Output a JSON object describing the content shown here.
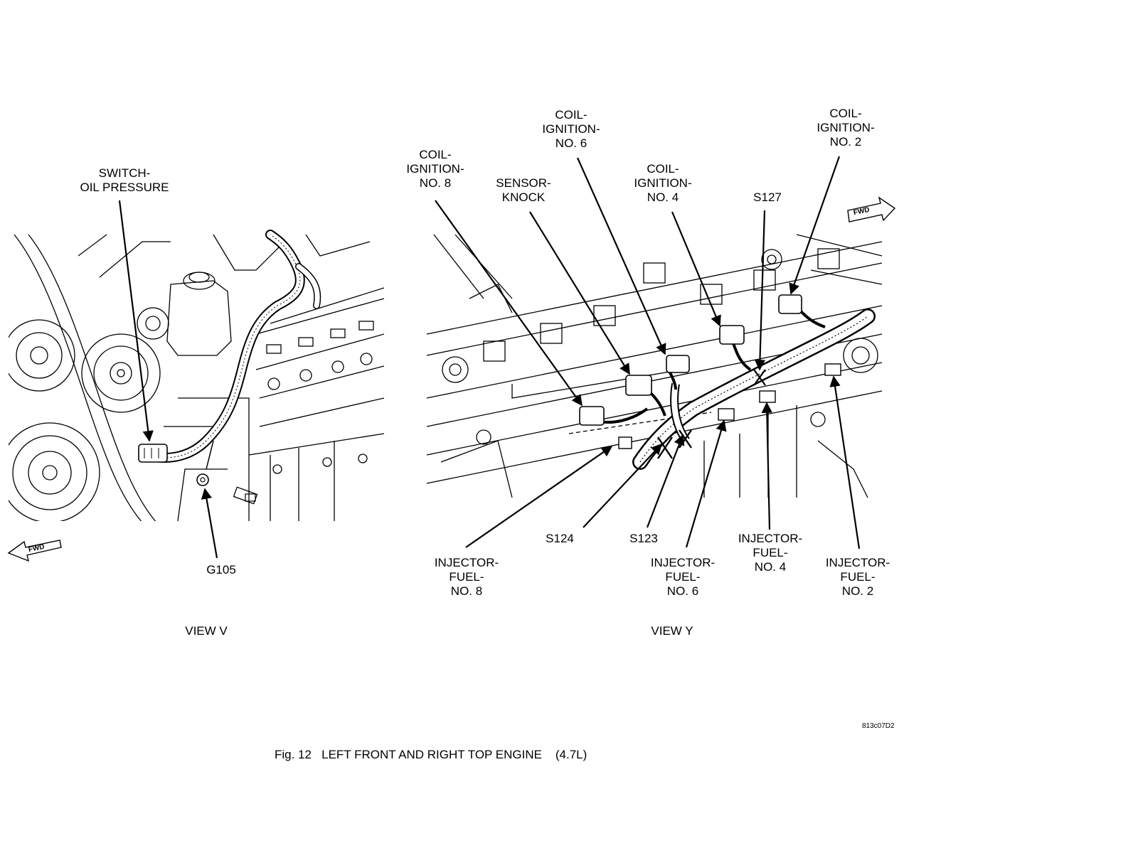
{
  "left_view": {
    "labels": {
      "switch_oil_pressure": "SWITCH-\nOIL PRESSURE",
      "g105": "G105",
      "view": "VIEW V",
      "fwd": "FWD"
    }
  },
  "right_view": {
    "labels": {
      "coil_8": "COIL-\nIGNITION-\nNO. 8",
      "sensor_knock": "SENSOR-\nKNOCK",
      "coil_6": "COIL-\nIGNITION-\nNO. 6",
      "coil_4": "COIL-\nIGNITION-\nNO. 4",
      "s127": "S127",
      "coil_2": "COIL-\nIGNITION-\nNO. 2",
      "s124": "S124",
      "s123": "S123",
      "injector_8": "INJECTOR-\nFUEL-\nNO. 8",
      "injector_6": "INJECTOR-\nFUEL-\nNO. 6",
      "injector_4": "INJECTOR-\nFUEL-\nNO. 4",
      "injector_2": "INJECTOR-\nFUEL-\nNO. 2",
      "view": "VIEW Y",
      "fwd": "FWD"
    }
  },
  "figure": {
    "code": "813c07D2",
    "caption": "Fig. 12   LEFT FRONT AND RIGHT TOP ENGINE    (4.7L)"
  }
}
